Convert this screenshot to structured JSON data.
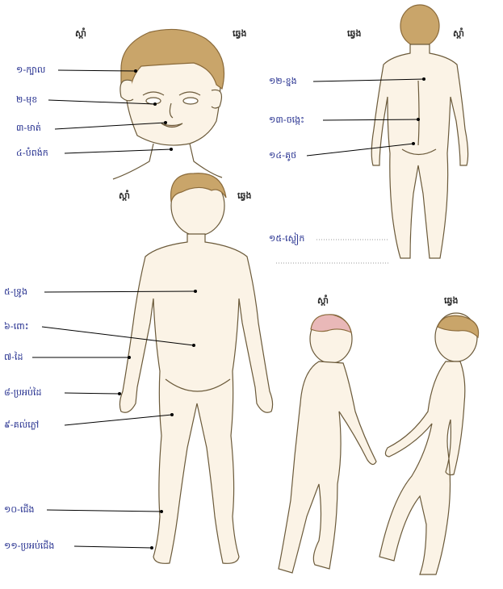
{
  "side_labels": {
    "right": "ស្ដាំ",
    "left": "ឆ្វេង"
  },
  "parts": [
    {
      "label": "១-ក្បាល"
    },
    {
      "label": "២-មុខ"
    },
    {
      "label": "៣-មាត់"
    },
    {
      "label": "៤-បំពង់ក"
    },
    {
      "label": "៥-ទ្រូង"
    },
    {
      "label": "៦-ពោះ"
    },
    {
      "label": "៧-ដៃ"
    },
    {
      "label": "៨-ប្រអប់ដៃ"
    },
    {
      "label": "៩-គល់ភ្លៅ"
    },
    {
      "label": "១០-ជើង"
    },
    {
      "label": "១១-ប្រអប់ជើង"
    },
    {
      "label": "១២-ខ្នង"
    },
    {
      "label": "១៣-ចង្កេះ"
    },
    {
      "label": "១៤-គូថ"
    },
    {
      "label": "១៥-ស្លៀក"
    }
  ],
  "colors": {
    "label_text": "#1f2a8c",
    "outline": "#6b5a3a",
    "hair": "#c9a56a",
    "skin": "#fbf3e6",
    "pointer": "#000000"
  }
}
